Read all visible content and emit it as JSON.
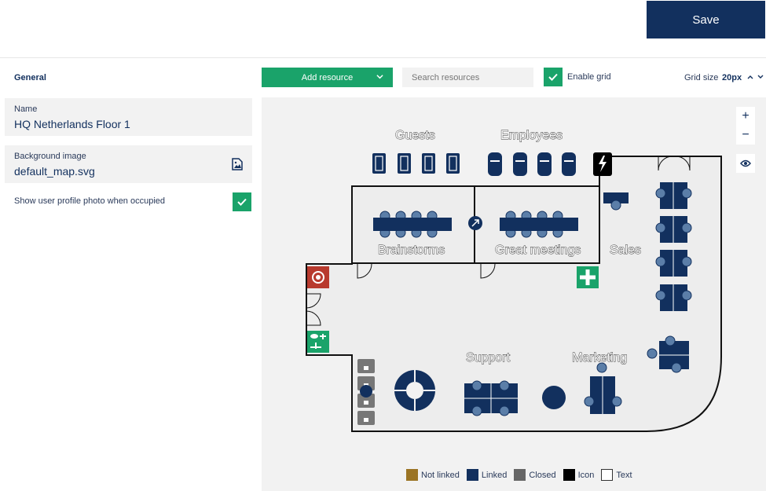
{
  "header": {
    "save_label": "Save"
  },
  "sidebar": {
    "section_title": "General",
    "name": {
      "label": "Name",
      "value": "HQ Netherlands Floor 1"
    },
    "background": {
      "label": "Background image",
      "value": "default_map.svg",
      "icon": "image-file-icon"
    },
    "profile_photo": {
      "label": "Show user profile photo when occupied",
      "checked": true
    }
  },
  "toolbar": {
    "add_resource_label": "Add resource",
    "search_placeholder": "Search resources",
    "enable_grid_label": "Enable grid",
    "enable_grid_checked": true,
    "grid_size_label": "Grid size",
    "grid_size_value": "20px"
  },
  "map": {
    "zoom_in": "+",
    "zoom_out": "−",
    "areas": {
      "guests": "Guests",
      "employees": "Employees",
      "brainstorms": "Brainstorms",
      "great_meetings": "Great meetings",
      "sales": "Sales",
      "support": "Support",
      "marketing": "Marketing"
    }
  },
  "legend": [
    {
      "label": "Not linked",
      "color": "#9b7424"
    },
    {
      "label": "Linked",
      "color": "#12305e"
    },
    {
      "label": "Closed",
      "color": "#666666"
    },
    {
      "label": "Icon",
      "color": "#000000"
    },
    {
      "label": "Text",
      "color": "#ffffff"
    }
  ],
  "colors": {
    "accent": "#1aa36a",
    "primary": "#12305e",
    "danger": "#b83a2e"
  }
}
